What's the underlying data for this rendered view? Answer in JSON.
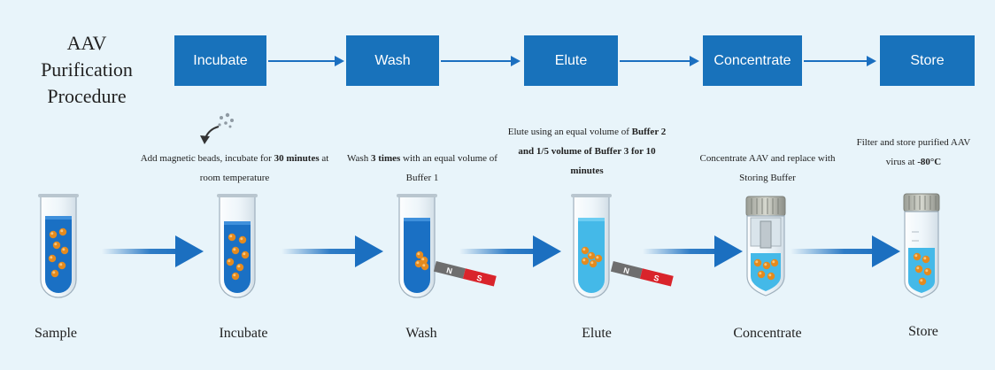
{
  "title_lines": [
    "AAV",
    "Purification",
    "Procedure"
  ],
  "flow_steps": [
    "Incubate",
    "Wash",
    "Elute",
    "Concentrate",
    "Store"
  ],
  "descriptions": {
    "incubate": {
      "pre": "Add magnetic beads, incubate for ",
      "bold": "30 minutes",
      "post": " at room temperature"
    },
    "wash": {
      "pre": "Wash ",
      "bold": "3 times",
      "post": " with an equal volume of Buffer 1"
    },
    "elute": {
      "pre": "Elute using an equal volume of ",
      "bold1": "Buffer 2",
      "mid": " and 1/5 volume of ",
      "bold2": "Buffer 3",
      "mid2": " for 10 minutes"
    },
    "concentrate": "Concentrate AAV and replace with Storing Buffer",
    "store": {
      "pre": "Filter and store purified AAV virus at ",
      "bold": "-80°C"
    }
  },
  "magnet_labels": {
    "north": "N",
    "south": "S"
  },
  "stage_labels": [
    "Sample",
    "Incubate",
    "Wash",
    "Elute",
    "Concentrate",
    "Store"
  ],
  "colors": {
    "step_box": "#1872bb",
    "arrow": "#1b6fc0",
    "liquid_dark": "#1a70c4",
    "liquid_light": "#44b9e8",
    "bead": "#e48a1e",
    "magnet_red": "#d9242b",
    "magnet_gray": "#6e6e6e"
  }
}
